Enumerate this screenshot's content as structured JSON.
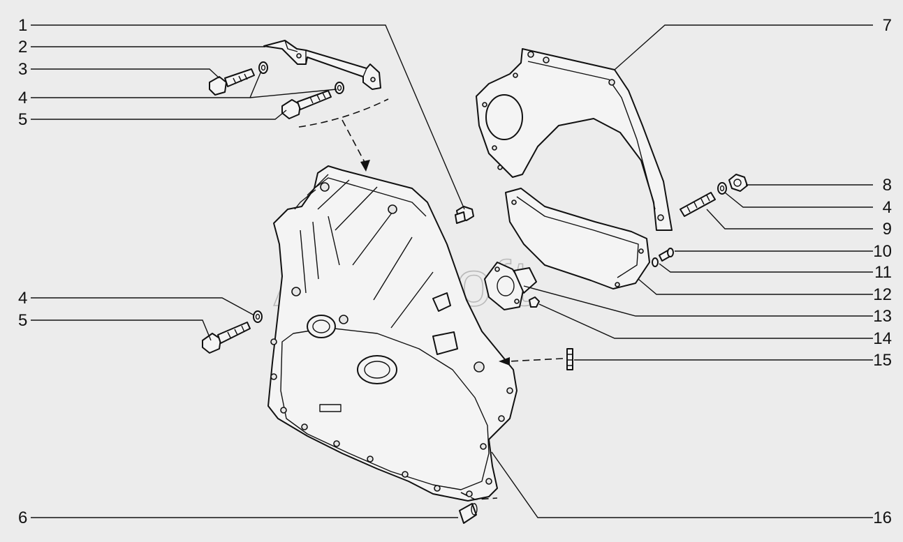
{
  "watermark": "AutoSoft",
  "colors": {
    "background": "#ececec",
    "line": "#111111",
    "watermark": "#b9b9b9"
  },
  "callouts": {
    "left": [
      "1",
      "2",
      "3",
      "4",
      "5",
      "4",
      "5",
      "6"
    ],
    "right": [
      "7",
      "8",
      "4",
      "9",
      "10",
      "11",
      "12",
      "13",
      "14",
      "15",
      "16"
    ]
  }
}
